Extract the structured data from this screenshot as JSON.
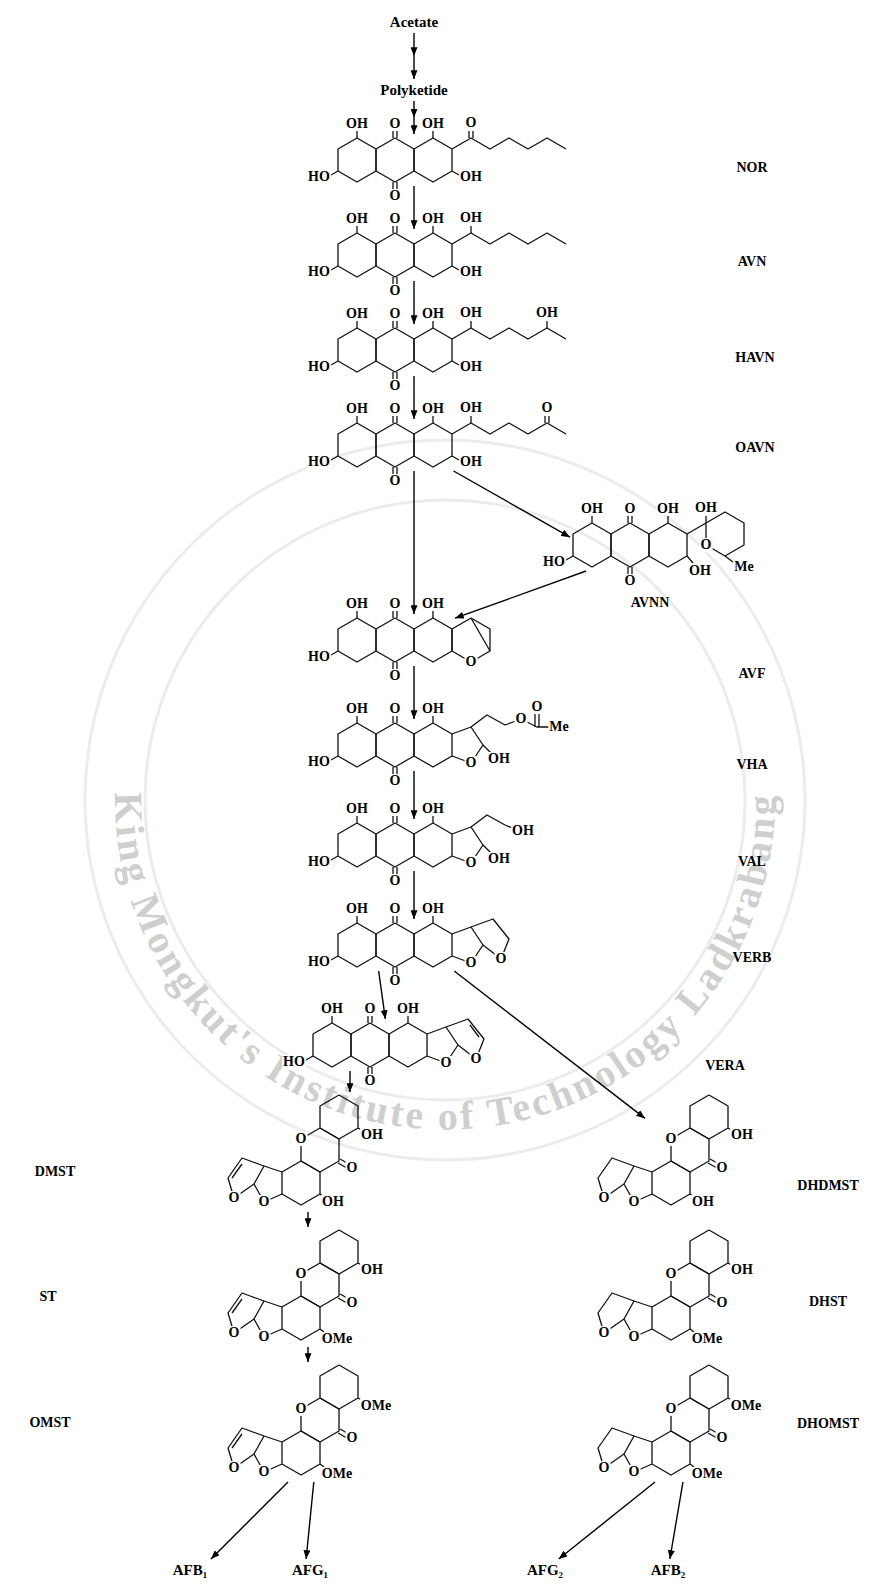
{
  "diagram": {
    "nodes": [
      {
        "text": [
          "Acetate"
        ]
      },
      {
        "text": [
          "Polyketide"
        ]
      },
      {
        "text": [
          "NOR"
        ]
      },
      {
        "text": [
          "AVN"
        ]
      },
      {
        "text": [
          "HAVN"
        ]
      },
      {
        "text": [
          "OAVN"
        ]
      },
      {
        "text": [
          "AVNN"
        ]
      },
      {
        "text": [
          "AVF"
        ]
      },
      {
        "text": [
          "VHA"
        ]
      },
      {
        "text": [
          "VAL"
        ]
      },
      {
        "text": [
          "VERB"
        ]
      },
      {
        "text": [
          "VERA"
        ]
      },
      {
        "text": [
          "DMST"
        ]
      },
      {
        "text": [
          "DHDMST"
        ]
      },
      {
        "text": [
          "ST"
        ]
      },
      {
        "text": [
          "DHST"
        ]
      },
      {
        "text": [
          "OMST"
        ]
      },
      {
        "text": [
          "DHOMST"
        ]
      },
      {
        "text": [
          "AFB₁"
        ]
      },
      {
        "text": [
          "AFG₁"
        ]
      },
      {
        "text": [
          "AFG₂"
        ]
      },
      {
        "text": [
          "AFB₂"
        ]
      }
    ],
    "edges": [
      {
        "from": 0,
        "to": 1,
        "arrow": "to"
      },
      {
        "from": 1,
        "to": 2,
        "arrow": "to"
      },
      {
        "from": 2,
        "to": 3,
        "arrow": "to"
      },
      {
        "from": 3,
        "to": 4,
        "arrow": "to"
      },
      {
        "from": 4,
        "to": 5,
        "arrow": "to"
      },
      {
        "from": 5,
        "to": 7,
        "arrow": "to"
      },
      {
        "from": 5,
        "to": 6,
        "arrow": "to"
      },
      {
        "from": 6,
        "to": 7,
        "arrow": "to"
      },
      {
        "from": 7,
        "to": 8,
        "arrow": "to"
      },
      {
        "from": 8,
        "to": 9,
        "arrow": "to"
      },
      {
        "from": 9,
        "to": 10,
        "arrow": "to"
      },
      {
        "from": 10,
        "to": 11,
        "arrow": "to"
      },
      {
        "from": 10,
        "to": 13,
        "arrow": "to"
      },
      {
        "from": 11,
        "to": 12,
        "arrow": "to"
      },
      {
        "from": 12,
        "to": 14,
        "arrow": "to"
      },
      {
        "from": 14,
        "to": 16,
        "arrow": "to"
      },
      {
        "from": 16,
        "to": 18,
        "arrow": "to"
      },
      {
        "from": 16,
        "to": 19,
        "arrow": "to"
      },
      {
        "from": 17,
        "to": 20,
        "arrow": "to"
      },
      {
        "from": 17,
        "to": 21,
        "arrow": "to"
      }
    ],
    "labels": [
      "King Mongkut's Institute of Technology Ladkrabang",
      "OH",
      "O",
      "OH",
      "O",
      "HO",
      "OH",
      "O",
      "OH",
      "O",
      "OH",
      "OH",
      "HO",
      "OH",
      "O",
      "OH",
      "O",
      "OH",
      "OH",
      "OH",
      "HO",
      "OH",
      "O",
      "OH",
      "O",
      "OH",
      "OH",
      "O",
      "HO",
      "OH",
      "O",
      "OH",
      "O",
      "OH",
      "OH",
      "HO",
      "O",
      "OH",
      "Me",
      "O",
      "OH",
      "O",
      "OH",
      "HO",
      "O",
      "O",
      "OH",
      "O",
      "OH",
      "HO",
      "O",
      "OH",
      "O",
      "O",
      "Me",
      "O",
      "OH",
      "O",
      "OH",
      "HO",
      "O",
      "OH",
      "OH",
      "O",
      "OH",
      "O",
      "OH",
      "HO",
      "O",
      "O",
      "O",
      "OH",
      "O",
      "OH",
      "HO",
      "O",
      "O",
      "O",
      "O",
      "OH",
      "O",
      "OH",
      "O",
      "O",
      "O",
      "OH",
      "O",
      "OH",
      "O",
      "O",
      "O",
      "OH",
      "O",
      "OMe",
      "O",
      "O",
      "O",
      "OH",
      "O",
      "OMe",
      "O",
      "O",
      "O",
      "OMe",
      "O",
      "OMe",
      "O",
      "O",
      "O",
      "OMe",
      "O",
      "OMe",
      "O",
      "O"
    ]
  }
}
